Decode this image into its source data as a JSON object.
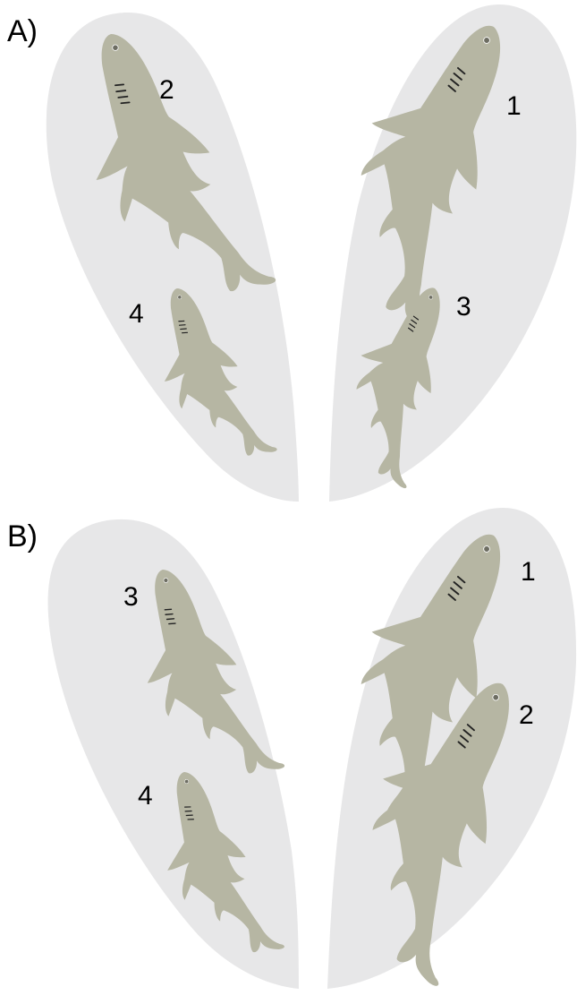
{
  "colors": {
    "background": "#ffffff",
    "pod_fill": "#e7e7e8",
    "shark_fill": "#b6b6a3",
    "text": "#000000"
  },
  "panels": {
    "a": {
      "label": "A)",
      "numbers": {
        "left_large": "2",
        "left_small": "4",
        "right_large": "1",
        "right_small": "3"
      }
    },
    "b": {
      "label": "B)",
      "numbers": {
        "left_upper": "3",
        "left_lower": "4",
        "right_upper": "1",
        "right_lower": "2"
      }
    }
  }
}
